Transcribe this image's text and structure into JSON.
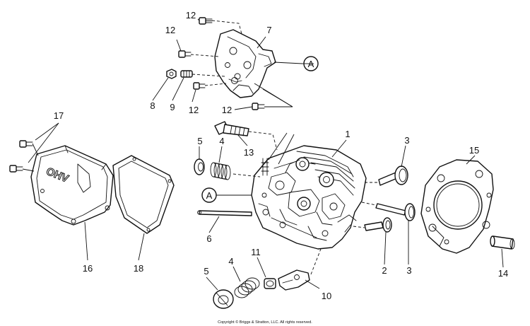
{
  "diagram": {
    "callouts": {
      "c1": "1",
      "c2": "2",
      "c3a": "3",
      "c3b": "3",
      "c4a": "4",
      "c4b": "4",
      "c5a": "5",
      "c5b": "5",
      "c6": "6",
      "c7": "7",
      "c8": "8",
      "c9": "9",
      "c10": "10",
      "c11": "11",
      "c12a": "12",
      "c12b": "12",
      "c12c": "12",
      "c12d": "12",
      "c13": "13",
      "c14": "14",
      "c15": "15",
      "c16": "16",
      "c17": "17",
      "c18": "18"
    },
    "ref_marker": "A",
    "cover_lettering": "OHV",
    "copyright": "Copyright © Briggs & Stratton, LLC. All rights reserved."
  }
}
